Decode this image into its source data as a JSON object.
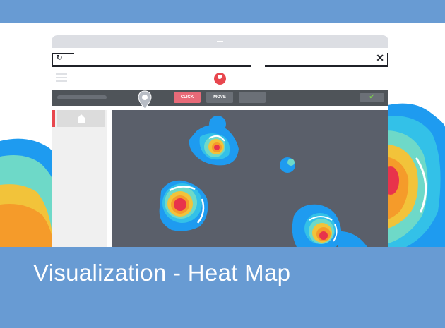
{
  "banner": {
    "caption": "Visualization - Heat Map"
  },
  "browser": {
    "toolbar": {
      "click_label": "CLICK",
      "move_label": "MOVE"
    }
  },
  "colors": {
    "band": "#689bd3",
    "heat_blue": "#1e9bf0",
    "heat_cyan": "#33c1e8",
    "heat_teal": "#6ed9c8",
    "heat_yellow": "#f2c33a",
    "heat_orange": "#f59b2a",
    "heat_red": "#e8334b",
    "canvas": "#5a5f6a",
    "toolbar": "#4f5459",
    "accent": "#e8474e"
  },
  "icons": [
    "refresh-icon",
    "close-icon",
    "menu-icon",
    "logo-icon",
    "location-pin-icon",
    "checkmark-icon",
    "home-icon"
  ]
}
